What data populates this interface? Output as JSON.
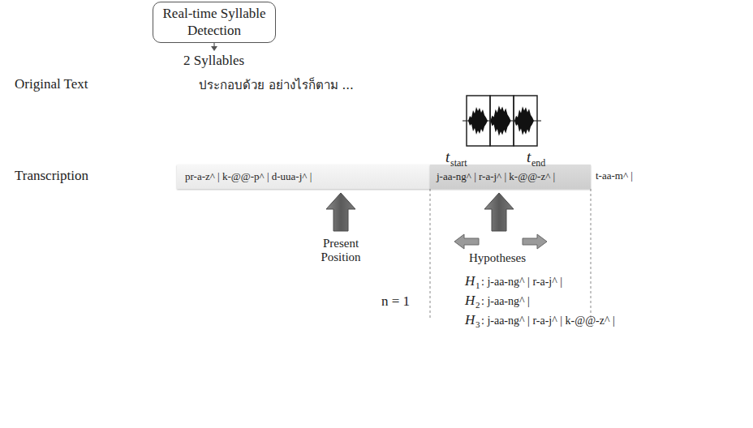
{
  "diagram": {
    "nodes": [
      {
        "text": [
          "Real-time Syllable Detection"
        ]
      },
      {
        "text": [
          "pr-a-z^ | k-@@-p^ | d-uua-j^ |"
        ]
      },
      {
        "text": [
          "j-aa-ng^ | r-a-j^ | k-@@-z^ |"
        ]
      }
    ],
    "labels": [
      "2 Syllables",
      "Original Text",
      "ประกอบด้วย อย่างไรก็ตาม ...",
      "t",
      "start",
      "t",
      "end",
      "Transcription",
      "t-aa-m^ |",
      "Present Position",
      "Hypotheses",
      "n = 1",
      "H",
      "1",
      ": j-aa-ng^ | r-a-j^ |",
      "H",
      "2",
      ": j-aa-ng^ |",
      "H",
      "3",
      ": j-aa-ng^ | r-a-j^ | k-@@-z^ |"
    ]
  }
}
